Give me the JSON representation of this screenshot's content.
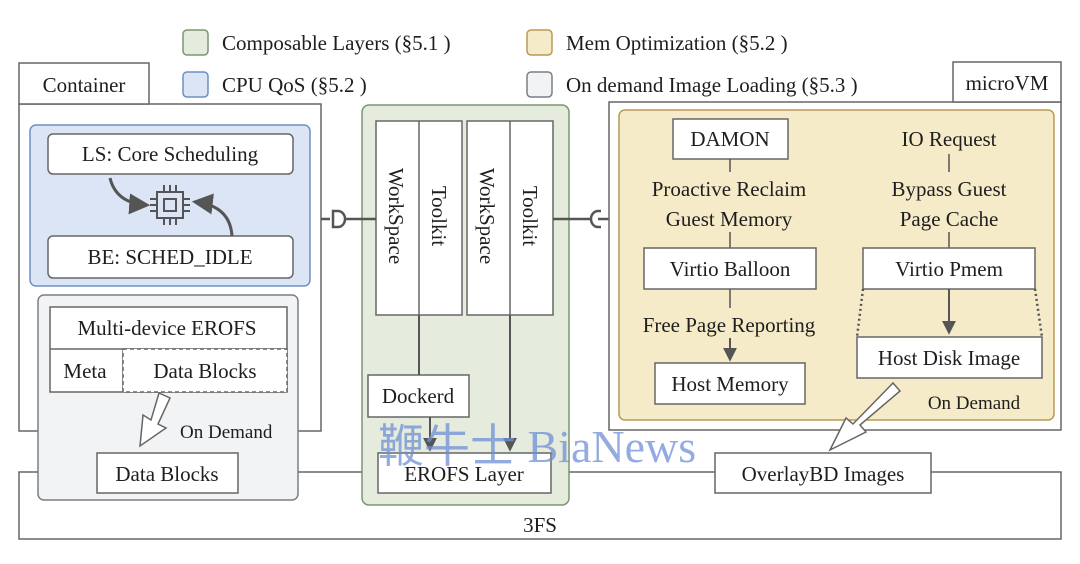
{
  "legend": {
    "composable": "Composable Layers (§5.1 )",
    "cpu_qos": "CPU QoS  (§5.2 )",
    "mem_opt": "Mem Optimization (§5.2 )",
    "on_demand": "On demand Image Loading (§5.3 )"
  },
  "colors": {
    "composable_fill": "#e5ecdd",
    "composable_stroke": "#7a9670",
    "cpu_fill": "#dbe5f5",
    "cpu_stroke": "#6f8fc4",
    "mem_fill": "#f6ebc8",
    "mem_stroke": "#b99a55",
    "ondemand_fill": "#f2f3f5",
    "ondemand_stroke": "#7b7f86",
    "line": "#555555"
  },
  "container": {
    "title": "Container",
    "ls": "LS: Core Scheduling",
    "be": "BE: SCHED_IDLE",
    "erofs": "Multi-device EROFS",
    "meta": "Meta",
    "data_blocks": "Data Blocks",
    "on_demand": "On Demand",
    "data_blocks_bottom": "Data Blocks"
  },
  "middle": {
    "workspace_1": "WorkSpace",
    "toolkit_1": "Toolkit",
    "workspace_2": "WorkSpace",
    "toolkit_2": "Toolkit",
    "dockerd": "Dockerd",
    "erofs_layer": "EROFS Layer"
  },
  "microvm": {
    "title": "microVM",
    "damon": "DAMON",
    "proactive_1": "Proactive Reclaim",
    "proactive_2": "Guest Memory",
    "virtio_balloon": "Virtio Balloon",
    "free_page": "Free Page Reporting",
    "host_memory": "Host Memory",
    "io_request": "IO Request",
    "bypass_1": "Bypass Guest",
    "bypass_2": "Page Cache",
    "virtio_pmem": "Virtio Pmem",
    "host_disk": "Host Disk Image",
    "on_demand": "On Demand"
  },
  "bottom": {
    "overlaybd": "OverlayBD Images",
    "fs": "3FS"
  },
  "watermark": "鞭牛士 BiaNews"
}
